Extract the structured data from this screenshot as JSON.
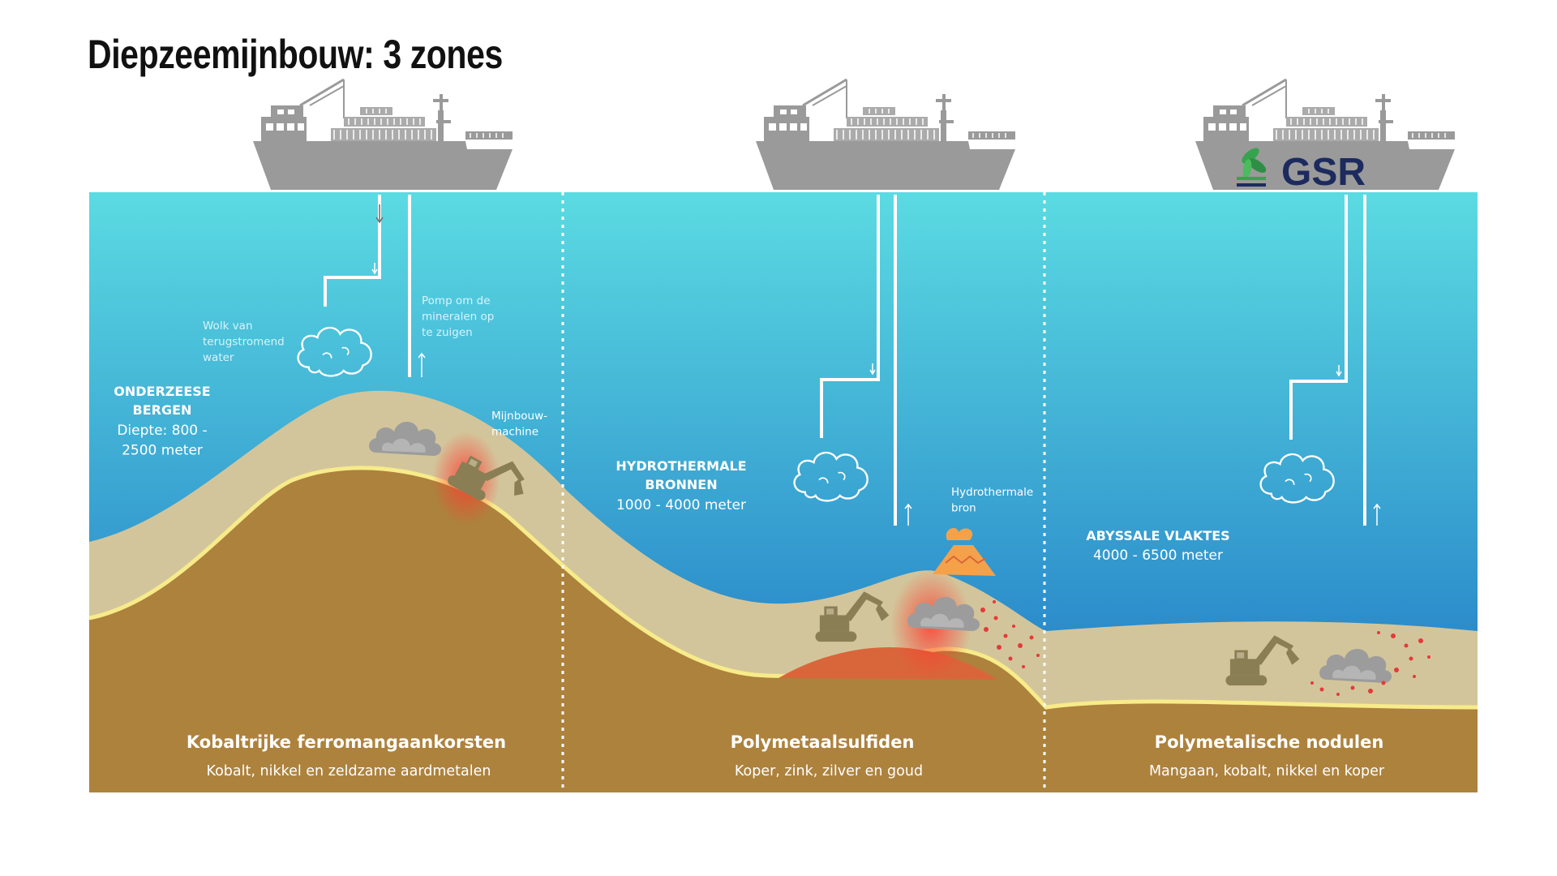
{
  "title": "Diepzeemijnbouw: 3 zones",
  "colors": {
    "water_top": "#5bdbe2",
    "water_bottom": "#1a6fc2",
    "sediment": "#d3c59b",
    "crust": "#ad823d",
    "crust_line": "#f7eb8a",
    "ship": "#9a9a9a",
    "machine": "#8a7e55",
    "glow": "#ff3b2f",
    "vent": "#f5a14a",
    "particles": "#e43a3a",
    "gsr_blue": "#1c2a5e",
    "gsr_green": "#37a34f"
  },
  "ship_logo": {
    "icon": "gsr-leaf-icon",
    "text": "GSR"
  },
  "zones": [
    {
      "heading": "ONDERZEESE\nBERGEN",
      "depth": "Diepte: 800 -\n2500 meter",
      "resource": "Kobaltrijke ferromangaankorsten",
      "minerals": "Kobalt, nikkel en zeldzame aardmetalen"
    },
    {
      "heading": "HYDROTHERMALE\nBRONNEN",
      "depth": "1000 - 4000 meter",
      "resource": "Polymetaalsulfiden",
      "minerals": "Koper, zink, zilver en goud"
    },
    {
      "heading": "ABYSSALE VLAKTES",
      "depth": "4000 - 6500 meter",
      "resource": "Polymetalische nodulen",
      "minerals": "Mangaan, kobalt, nikkel en koper"
    }
  ],
  "labels": {
    "cloud": "Wolk van\nterugstromend\nwater",
    "pump": "Pomp om de\nmineralen op\nte zuigen",
    "machine": "Mijnbouw-\nmachine",
    "vent": "Hydrothermale\nbron"
  }
}
